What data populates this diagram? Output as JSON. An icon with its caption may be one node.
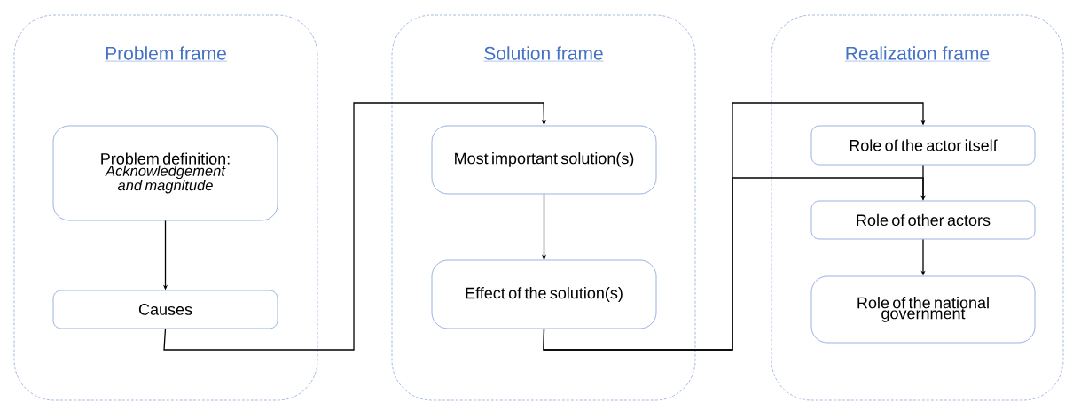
{
  "diagram": {
    "nodes": [
      {
        "text": [
          "Problem frame"
        ]
      },
      {
        "text": [
          "Problem definition:",
          "Acknowledgement and magnitude"
        ],
        "in": 0
      },
      {
        "text": [
          "Causes"
        ],
        "in": 0
      },
      {
        "text": [
          "Solution frame"
        ]
      },
      {
        "text": [
          "Most important solution(s)"
        ],
        "in": 3
      },
      {
        "text": [
          "Effect of the solution(s)"
        ],
        "in": 3
      },
      {
        "text": [
          "Realization frame"
        ]
      },
      {
        "text": [
          "Role of the actor itself"
        ],
        "in": 6
      },
      {
        "text": [
          "Role of other actors"
        ],
        "in": 6
      },
      {
        "text": [
          "Role of the national government"
        ],
        "in": 6
      }
    ],
    "edges": [
      {
        "from": 1,
        "to": 2,
        "arrow": "to"
      },
      {
        "from": 2,
        "to": 4,
        "arrow": "to"
      },
      {
        "from": 4,
        "to": 5,
        "arrow": "to"
      },
      {
        "from": 5,
        "to": 7,
        "arrow": "to"
      },
      {
        "from": 5,
        "to": 8,
        "arrow": "to"
      },
      {
        "from": 7,
        "to": 8,
        "arrow": "to"
      },
      {
        "from": 8,
        "to": 9,
        "arrow": "to"
      }
    ]
  }
}
